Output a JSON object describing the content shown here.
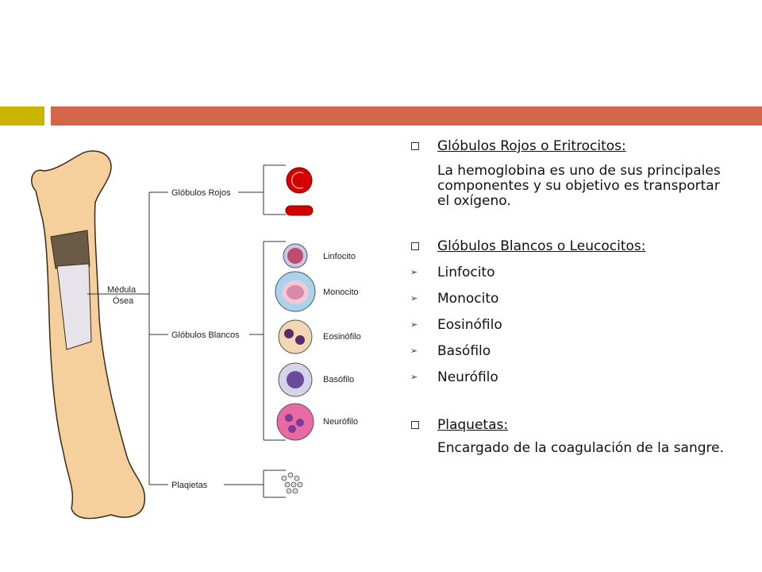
{
  "colors": {
    "bar_left": "#c9b400",
    "bar_right": "#d2654a",
    "bone": "#f5cf9c",
    "marrow": "#e6e4ea"
  },
  "diagram": {
    "medula": "Médula",
    "osea": "Ósea",
    "rojos": "Glóbulos Rojos",
    "blancos": "Glóbulos Blancos",
    "plaquetas": "Plaqietas",
    "cells": [
      "Linfocito",
      "Monocito",
      "Eosinófilo",
      "Basófilo",
      "Neurófilo"
    ]
  },
  "text": {
    "h1": "Glóbulos Rojos o Eritrocitos:",
    "p1": "La hemoglobina es uno de sus principales componentes y su objetivo es transportar el oxígeno.",
    "h2": "Glóbulos Blancos o Leucocitos:",
    "items": [
      "Linfocito",
      "Monocito",
      "Eosinófilo",
      "Basófilo",
      "Neurófilo"
    ],
    "h3": "Plaquetas:",
    "p3": "Encargado de la coagulación de la sangre."
  },
  "icons": {
    "heading_bullet": "square-bullet-icon",
    "item_bullet": "arrow-bullet-icon"
  }
}
